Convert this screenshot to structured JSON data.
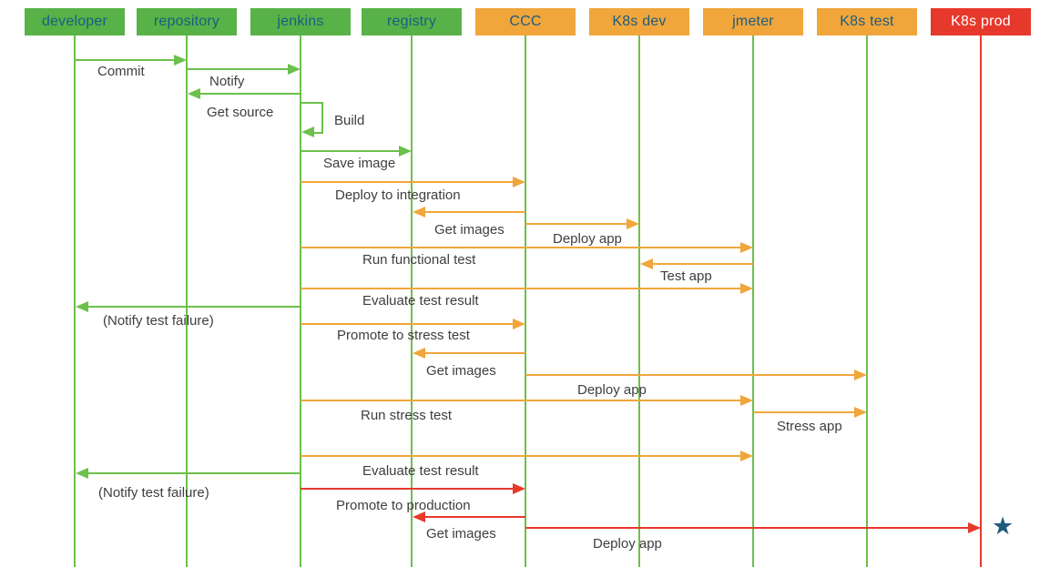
{
  "diagram": {
    "actors": [
      {
        "id": "developer",
        "label": "developer",
        "color_type": "green"
      },
      {
        "id": "repository",
        "label": "repository",
        "color_type": "green"
      },
      {
        "id": "jenkins",
        "label": "jenkins",
        "color_type": "green"
      },
      {
        "id": "registry",
        "label": "registry",
        "color_type": "green"
      },
      {
        "id": "ccc",
        "label": "CCC",
        "color_type": "orange"
      },
      {
        "id": "k8s-dev",
        "label": "K8s dev",
        "color_type": "orange"
      },
      {
        "id": "jmeter",
        "label": "jmeter",
        "color_type": "orange"
      },
      {
        "id": "k8s-test",
        "label": "K8s test",
        "color_type": "orange"
      },
      {
        "id": "k8s-prod",
        "label": "K8s prod",
        "color_type": "red"
      }
    ],
    "messages": [
      {
        "label": "Commit",
        "from": "developer",
        "to": "repository",
        "color": "green"
      },
      {
        "label": "Notify",
        "from": "repository",
        "to": "jenkins",
        "color": "green"
      },
      {
        "label": "Get source",
        "from": "jenkins",
        "to": "repository",
        "color": "green"
      },
      {
        "label": "Build",
        "from": "jenkins",
        "to": "jenkins",
        "color": "green",
        "self_message": true
      },
      {
        "label": "Save image",
        "from": "jenkins",
        "to": "registry",
        "color": "green"
      },
      {
        "label": "Deploy to integration",
        "from": "jenkins",
        "to": "ccc",
        "color": "orange"
      },
      {
        "label": "Get images",
        "from": "ccc",
        "to": "registry",
        "color": "orange"
      },
      {
        "label": "Deploy app",
        "from": "ccc",
        "to": "k8s-dev",
        "color": "orange"
      },
      {
        "label": "Run functional test",
        "from": "jenkins",
        "to": "jmeter",
        "color": "orange"
      },
      {
        "label": "Test app",
        "from": "jmeter",
        "to": "k8s-dev",
        "color": "orange"
      },
      {
        "label": "Evaluate test result",
        "from": "jenkins",
        "to": "jmeter",
        "color": "orange"
      },
      {
        "label": "(Notify test failure)",
        "from": "jenkins",
        "to": "developer",
        "color": "green"
      },
      {
        "label": "Promote to stress test",
        "from": "jenkins",
        "to": "ccc",
        "color": "orange"
      },
      {
        "label": "Get images",
        "from": "ccc",
        "to": "registry",
        "color": "orange"
      },
      {
        "label": "Deploy app",
        "from": "ccc",
        "to": "k8s-test",
        "color": "orange"
      },
      {
        "label": "Run stress test",
        "from": "jenkins",
        "to": "jmeter",
        "color": "orange"
      },
      {
        "label": "Stress app",
        "from": "jmeter",
        "to": "k8s-test",
        "color": "orange"
      },
      {
        "label": "Evaluate test result",
        "from": "jenkins",
        "to": "jmeter",
        "color": "orange"
      },
      {
        "label": "(Notify test failure)",
        "from": "jenkins",
        "to": "developer",
        "color": "green"
      },
      {
        "label": "Promote to production",
        "from": "jenkins",
        "to": "ccc",
        "color": "red"
      },
      {
        "label": "Get images",
        "from": "ccc",
        "to": "registry",
        "color": "red"
      },
      {
        "label": "Deploy app",
        "from": "ccc",
        "to": "k8s-prod",
        "color": "red",
        "milestone": "star"
      }
    ],
    "milestone": {
      "icon": "star",
      "glyph": "★",
      "color": "#1E5B7E"
    },
    "colors": {
      "green_box": "#58B247",
      "orange_box": "#F0A63B",
      "red_box": "#E6392C",
      "green_line": "#6CC04B",
      "orange_line": "#F0A63B",
      "red_line": "#E6392C",
      "header_text": "#1C5C82",
      "header_text_on_red": "#FFFFFF",
      "label_text": "#3E3E3E"
    }
  }
}
